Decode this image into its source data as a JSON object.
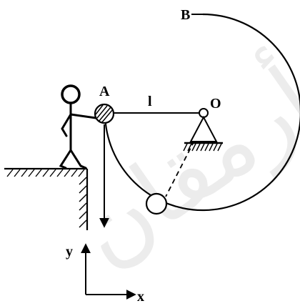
{
  "labels": {
    "point_a": "A",
    "point_o": "O",
    "point_b": "B",
    "length": "l",
    "axis_x": "x",
    "axis_y": "y"
  },
  "watermark_text": "أرمقان",
  "colors": {
    "ink": "#000000",
    "background": "#ffffff"
  }
}
